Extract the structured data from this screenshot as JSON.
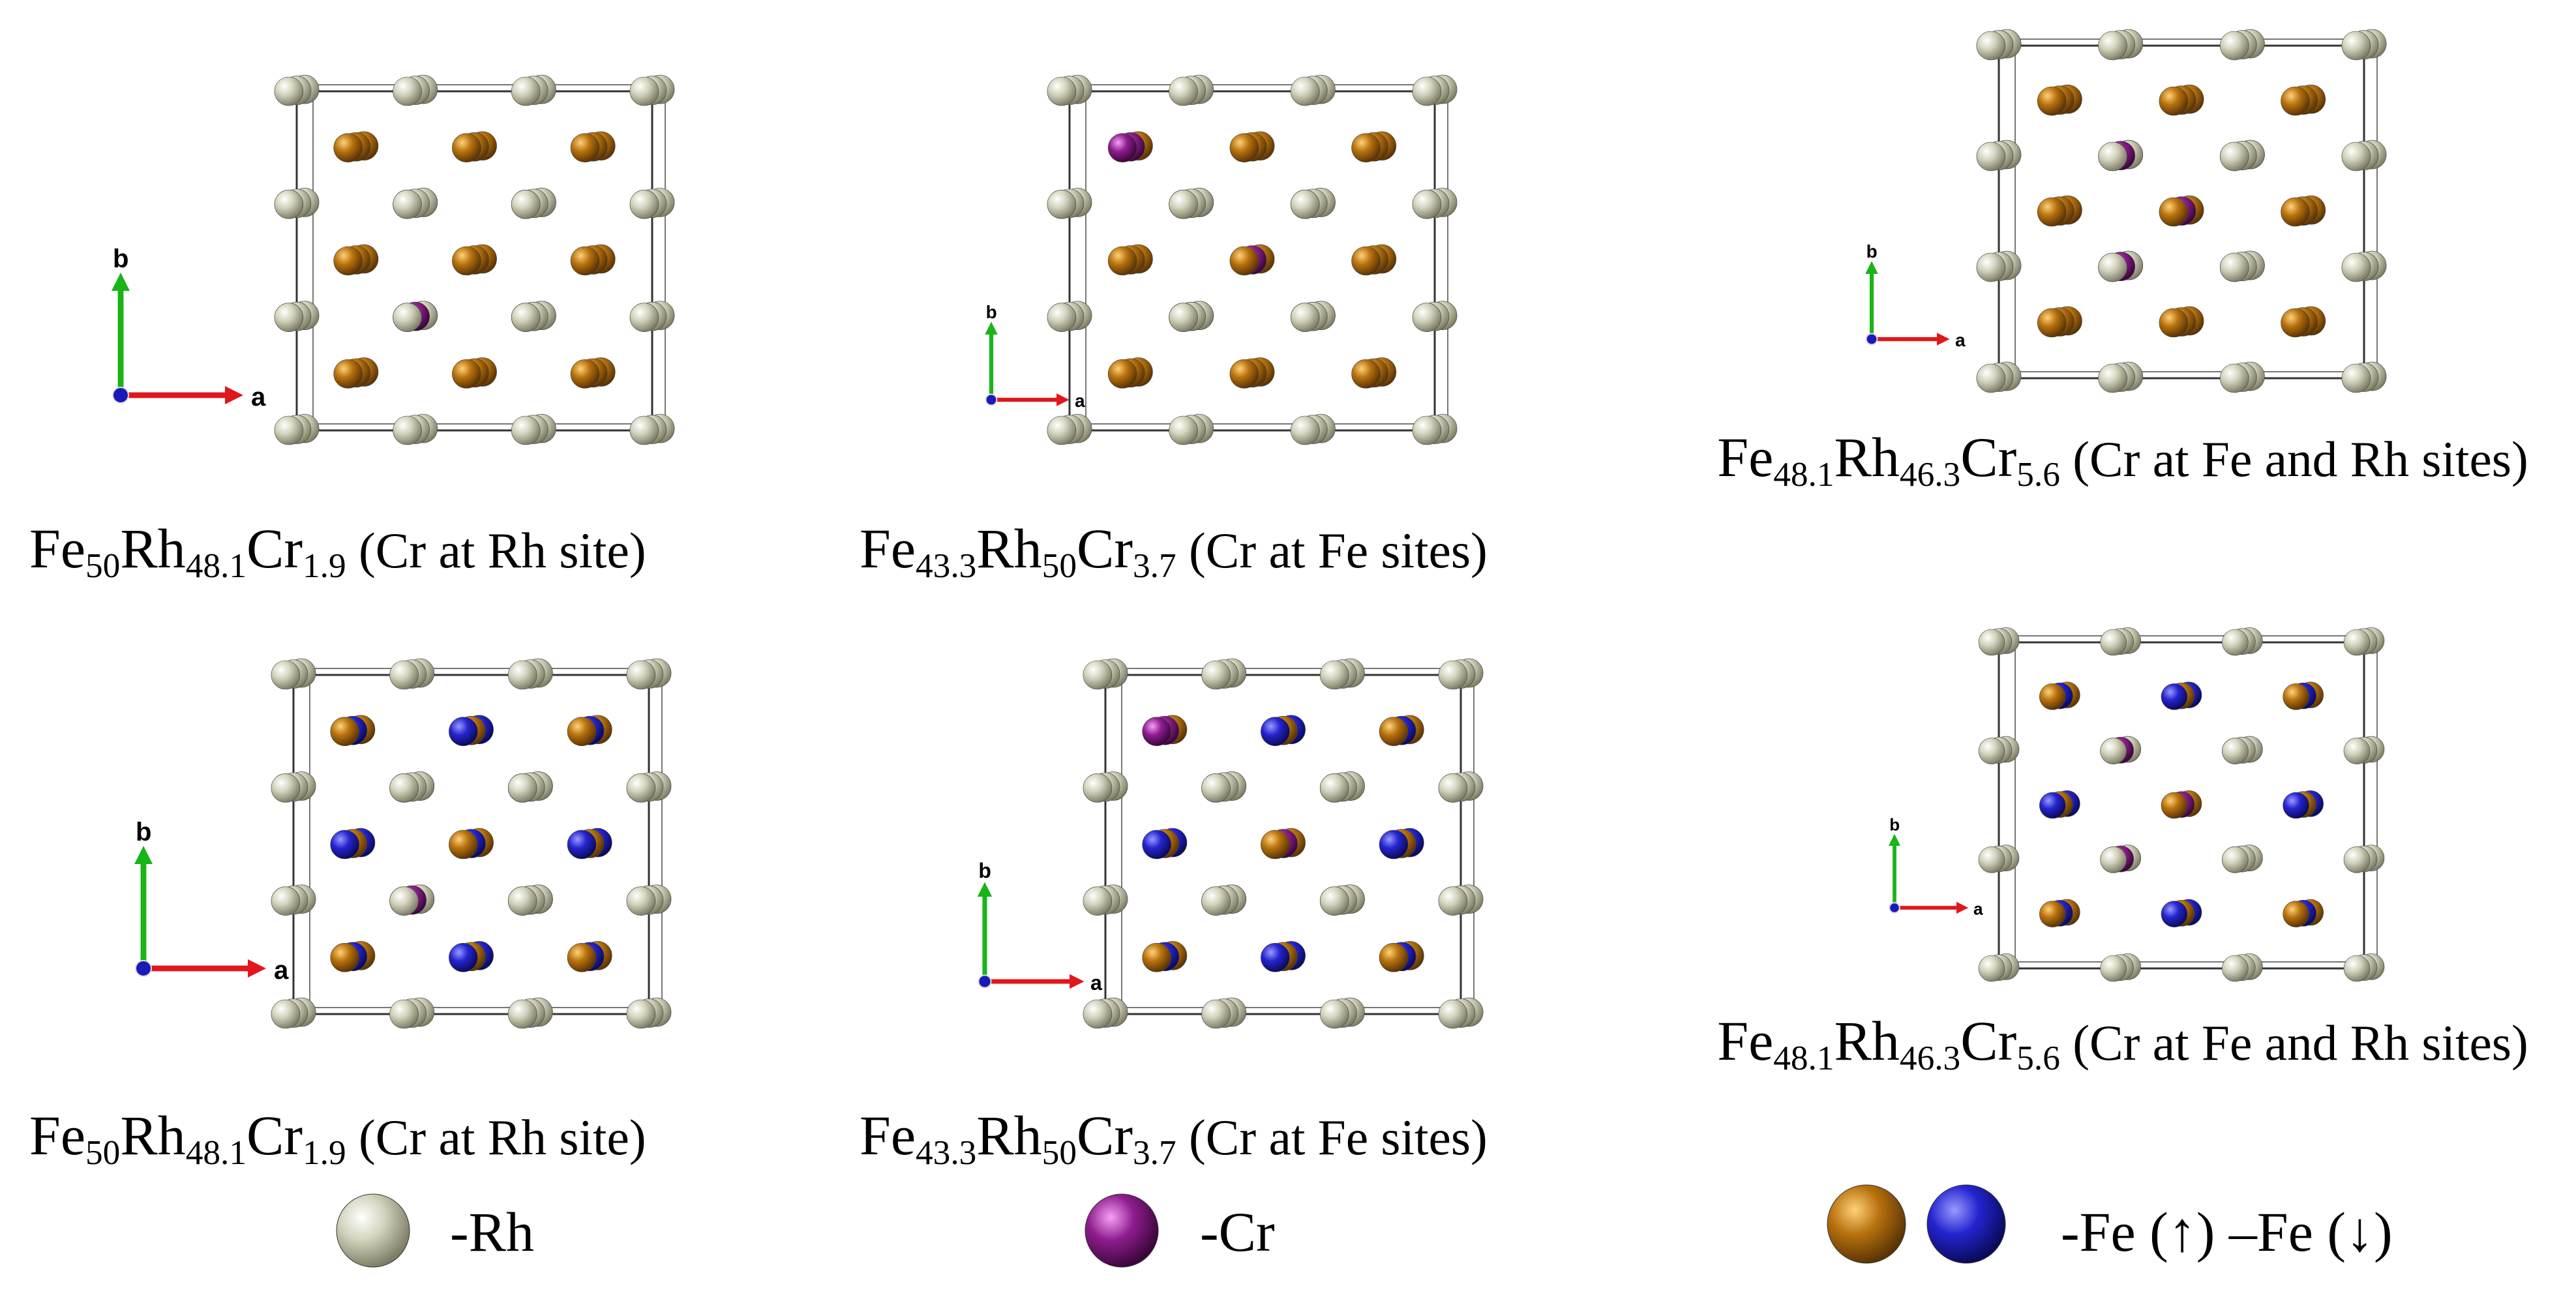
{
  "panels": [
    {
      "formula": [
        {
          "t": "Fe"
        },
        {
          "s": "50"
        },
        {
          "t": "Rh"
        },
        {
          "s": "48.1"
        },
        {
          "t": "Cr"
        },
        {
          "s": "1.9"
        }
      ],
      "note": "(Cr at Rh site)",
      "axes": {
        "b": "b",
        "a": "a"
      }
    },
    {
      "formula": [
        {
          "t": "Fe"
        },
        {
          "s": "43.3"
        },
        {
          "t": "Rh"
        },
        {
          "s": "50"
        },
        {
          "t": "Cr"
        },
        {
          "s": "3.7"
        }
      ],
      "note": "(Cr at Fe sites)",
      "axes": {
        "b": "b",
        "a": "a"
      }
    },
    {
      "formula": [
        {
          "t": "Fe"
        },
        {
          "s": "48.1"
        },
        {
          "t": "Rh"
        },
        {
          "s": "46.3"
        },
        {
          "t": "Cr"
        },
        {
          "s": "5.6"
        }
      ],
      "note": "(Cr at Fe and Rh sites)",
      "axes": {
        "b": "b",
        "a": "a"
      }
    },
    {
      "formula": [
        {
          "t": "Fe"
        },
        {
          "s": "50"
        },
        {
          "t": "Rh"
        },
        {
          "s": "48.1"
        },
        {
          "t": "Cr"
        },
        {
          "s": "1.9"
        }
      ],
      "note": "(Cr at Rh site)",
      "axes": {
        "b": "b",
        "a": "a"
      }
    },
    {
      "formula": [
        {
          "t": "Fe"
        },
        {
          "s": "43.3"
        },
        {
          "t": "Rh"
        },
        {
          "s": "50"
        },
        {
          "t": "Cr"
        },
        {
          "s": "3.7"
        }
      ],
      "note": "(Cr at Fe sites)",
      "axes": {
        "b": "b",
        "a": "a"
      }
    },
    {
      "formula": [
        {
          "t": "Fe"
        },
        {
          "s": "48.1"
        },
        {
          "t": "Rh"
        },
        {
          "s": "46.3"
        },
        {
          "t": "Cr"
        },
        {
          "s": "5.6"
        }
      ],
      "note": "(Cr at Fe and Rh sites)",
      "axes": {
        "b": "b",
        "a": "a"
      }
    }
  ],
  "legend": {
    "rh": "-Rh",
    "cr": "-Cr",
    "fe": "-Fe (↑) –Fe (↓)"
  },
  "colors": {
    "rh": "#c9c9b1",
    "cr": "#8e1d8e",
    "fe_up": "#b8720e",
    "fe_down": "#2424c8",
    "axis_a": "#e0181c",
    "axis_b": "#18b418",
    "axis_c": "#1a1ab8"
  }
}
